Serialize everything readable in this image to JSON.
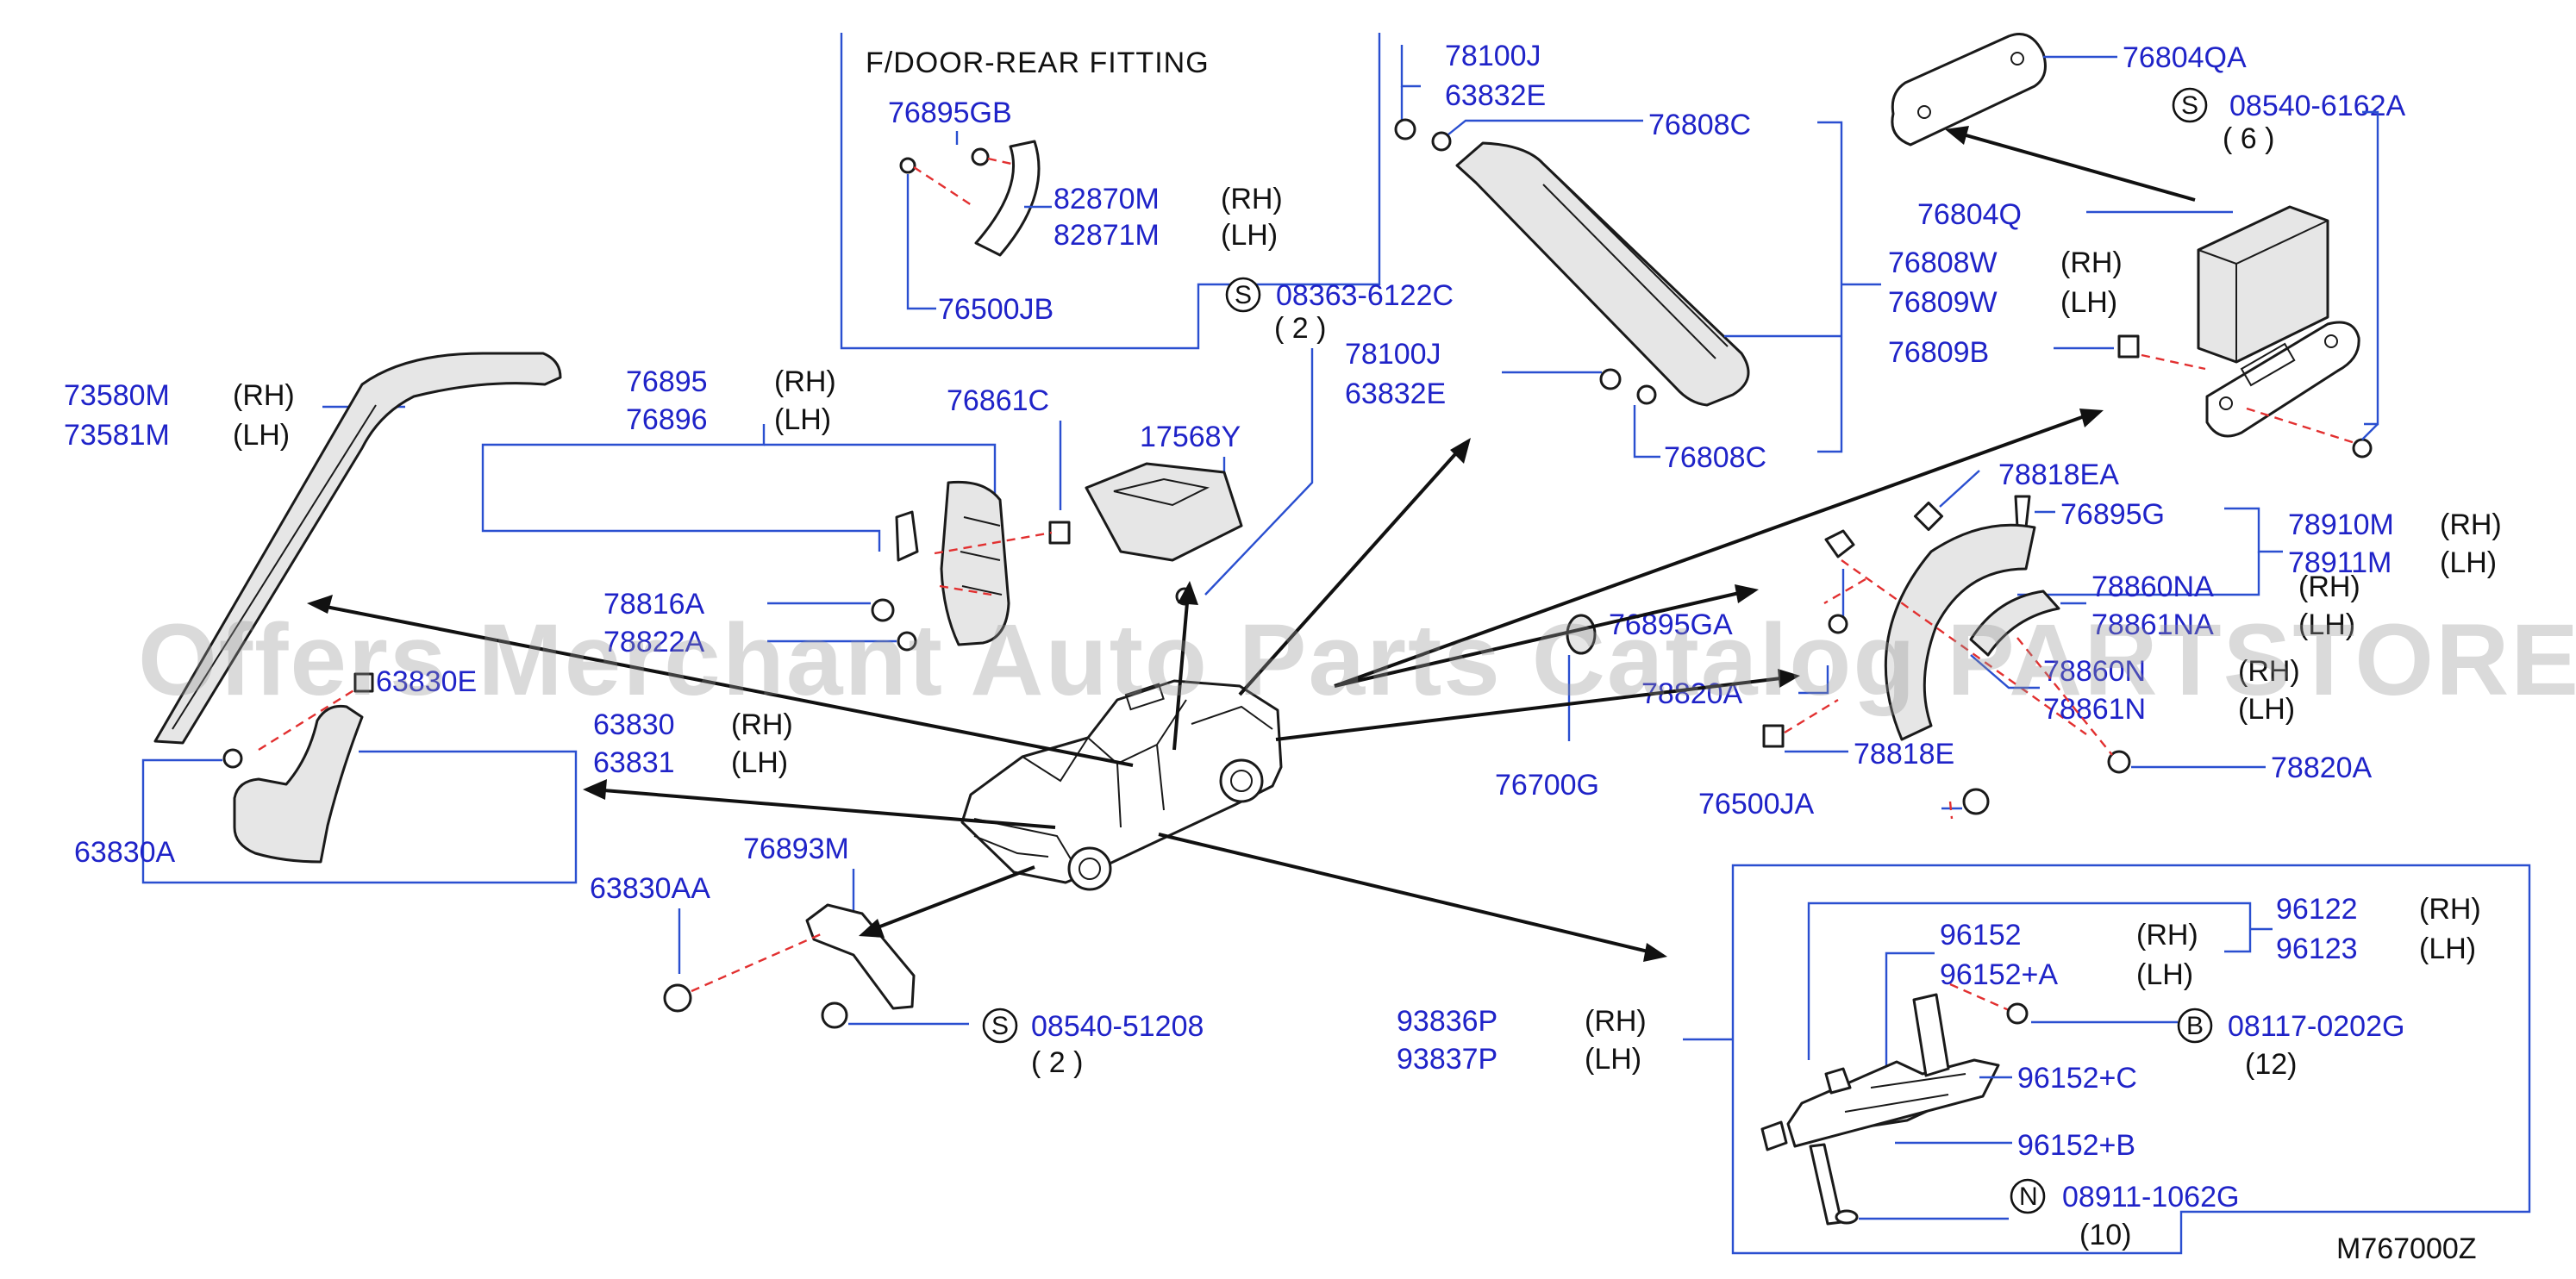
{
  "diagram_id": "M767000Z",
  "inset_title": "F/DOOR-REAR   FITTING",
  "watermark": "Offers Merchant Auto Parts Catalog PARTSTORE.SA",
  "side": {
    "rh": "(RH)",
    "lh": "(LH)"
  },
  "symbols": {
    "s": "S",
    "b": "B",
    "n": "N"
  },
  "parts": {
    "p76895GB": "76895GB",
    "p82870M": "82870M",
    "p82871M": "82871M",
    "p76500JB": "76500JB",
    "p78100J_top": "78100J",
    "p63832E_top": "63832E",
    "p76808C_top": "76808C",
    "p76804QA": "76804QA",
    "p08540_6162A": "08540-6162A",
    "q6": "( 6 )",
    "p76804Q": "76804Q",
    "p76808W": "76808W",
    "p76809W": "76809W",
    "p76809B": "76809B",
    "p08363_6122C": "08363-6122C",
    "q2a": "( 2 )",
    "p78100J_mid": "78100J",
    "p63832E_mid": "63832E",
    "p76808C_mid": "76808C",
    "p73580M": "73580M",
    "p73581M": "73581M",
    "p76895": "76895",
    "p76896": "76896",
    "p76861C": "76861C",
    "p17568Y": "17568Y",
    "p78818EA": "78818EA",
    "p76895G": "76895G",
    "p78910M": "78910M",
    "p78911M": "78911M",
    "p78816A": "78816A",
    "p78822A": "78822A",
    "p78860NA": "78860NA",
    "p78861NA": "78861NA",
    "p76895GA": "76895GA",
    "p78820A_mid": "78820A",
    "p78860N": "78860N",
    "p78861N": "78861N",
    "p63830E": "63830E",
    "p63830": "63830",
    "p63831": "63831",
    "p76700G": "76700G",
    "p78818E": "78818E",
    "p78820A_right": "78820A",
    "p63830A": "63830A",
    "p76500JA": "76500JA",
    "p76893M": "76893M",
    "p63830AA": "63830AA",
    "p96152": "96152",
    "p96122": "96122",
    "p96123": "96123",
    "p96152A": "96152+A",
    "p93836P": "93836P",
    "p93837P": "93837P",
    "p08540_51208": "08540-51208",
    "q2b": "( 2 )",
    "p08117_0202G": "08117-0202G",
    "q12": "(12)",
    "p96152C": "96152+C",
    "p96152B": "96152+B",
    "p08911_1062G": "08911-1062G",
    "q10": "(10)"
  }
}
